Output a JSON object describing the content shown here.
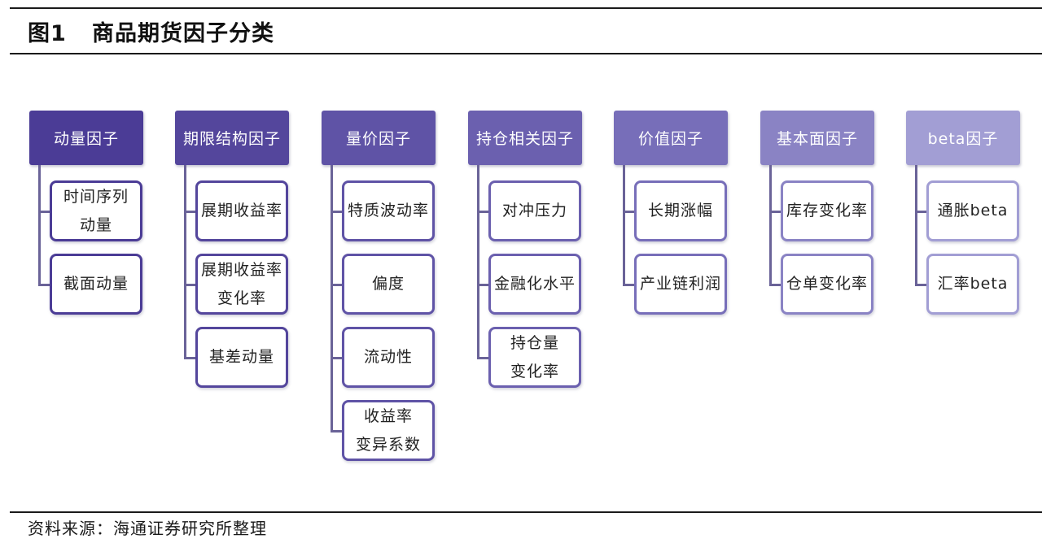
{
  "figure": {
    "title": "图1   商品期货因子分类",
    "source": "资料来源：海通证券研究所整理"
  },
  "categories": [
    {
      "name": "动量因子",
      "color": "#4b3c96",
      "items": [
        "时间序列\n动量",
        "截面动量"
      ]
    },
    {
      "name": "期限结构因子",
      "color": "#54469c",
      "items": [
        "展期收益率",
        "展期收益率\n变化率",
        "基差动量"
      ]
    },
    {
      "name": "量价因子",
      "color": "#5f53a6",
      "items": [
        "特质波动率",
        "偏度",
        "流动性",
        "收益率\n变异系数"
      ]
    },
    {
      "name": "持仓相关因子",
      "color": "#6b60af",
      "items": [
        "对冲压力",
        "金融化水平",
        "持仓量\n变化率"
      ]
    },
    {
      "name": "价值因子",
      "color": "#776eb9",
      "items": [
        "长期涨幅",
        "产业链利润"
      ]
    },
    {
      "name": "基本面因子",
      "color": "#8a83c4",
      "items": [
        "库存变化率",
        "仓单变化率"
      ]
    },
    {
      "name": "beta因子",
      "color": "#a29ed4",
      "items": [
        "通胀beta",
        "汇率beta"
      ]
    }
  ]
}
